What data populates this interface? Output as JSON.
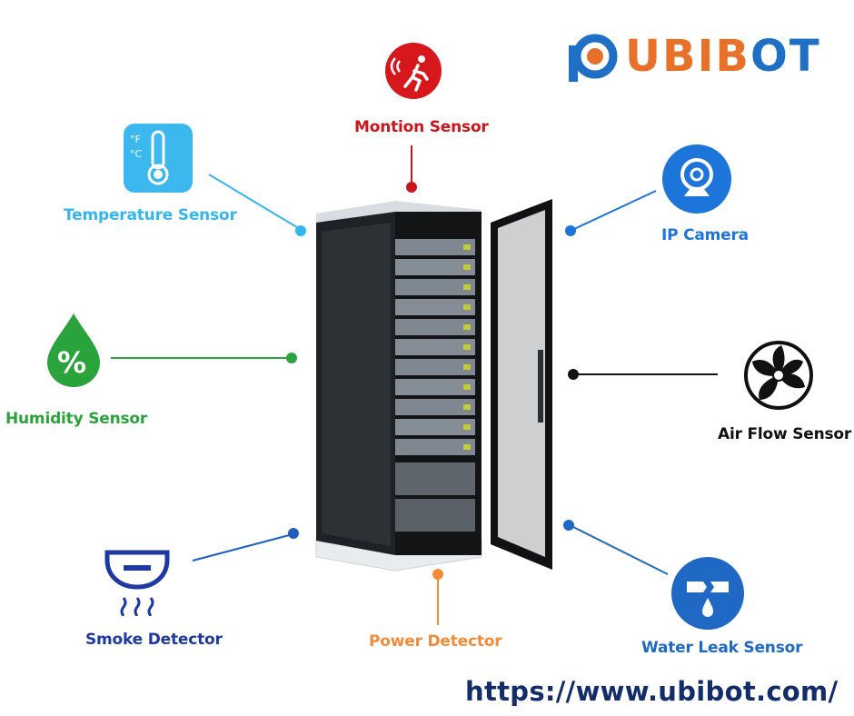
{
  "logo": {
    "text": "UBIBOT",
    "primary_color": "#e8712a",
    "accent_color": "#1f6fc5"
  },
  "sensors": {
    "motion": {
      "label": "Montion Sensor",
      "color": "#c9151b",
      "icon": "motion-icon"
    },
    "temperature": {
      "label": "Temperature Sensor",
      "color": "#35b6ec",
      "icon": "thermometer-icon"
    },
    "ip_camera": {
      "label": "IP Camera",
      "color": "#1d74d9",
      "icon": "camera-icon"
    },
    "humidity": {
      "label": "Humidity Sensor",
      "color": "#2aa33c",
      "icon": "humidity-drop-icon"
    },
    "air_flow": {
      "label": "Air Flow Sensor",
      "color": "#111111",
      "icon": "fan-icon"
    },
    "smoke": {
      "label": "Smoke Detector",
      "color": "#1e3aa0",
      "icon": "smoke-detector-icon"
    },
    "power": {
      "label": "Power Detector",
      "color": "#f08c3a",
      "icon": ""
    },
    "water_leak": {
      "label": "Water Leak Sensor",
      "color": "#1f68c4",
      "icon": "water-leak-icon"
    }
  },
  "center_image": "server-rack",
  "url": "https://www.ubibot.com/"
}
